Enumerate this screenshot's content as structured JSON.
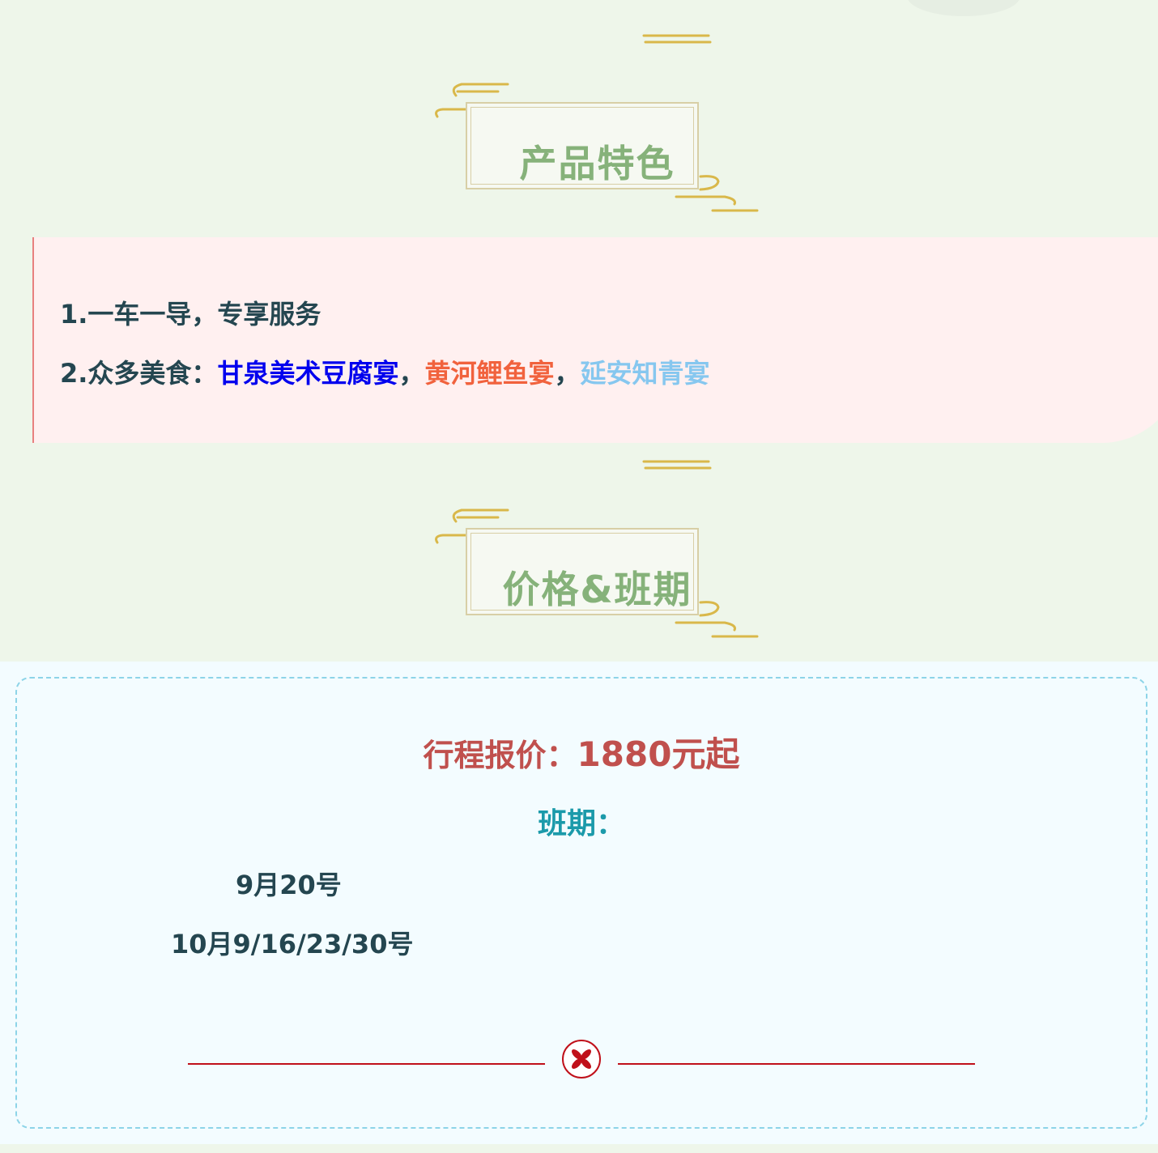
{
  "sections": [
    {
      "title": "产品特色"
    },
    {
      "title": "价格&班期"
    }
  ],
  "features": {
    "line1": "1.一车一导，专享服务",
    "line2_prefix": "2.众多美食：",
    "food1": "甘泉美术豆腐宴",
    "sep1": "，",
    "food2": "黄河鲤鱼宴",
    "sep2": "，",
    "food3": "延安知青宴"
  },
  "pricing": {
    "label": "行程报价：",
    "amount": "1880元起",
    "schedule_label": "班期：",
    "dates": [
      "9月20号",
      "10月9/16/23/30号"
    ]
  },
  "colors": {
    "title_green": "#86b27a",
    "food1": "#0000ee",
    "food2": "#f1623d",
    "food3": "#86c7ef",
    "price": "#c0504d",
    "schedule": "#1b9aaa",
    "divider": "#c0101a"
  },
  "icons": {
    "title_ornament": "gold-cloud-ornament-icon",
    "divider": "flower-badge-icon"
  }
}
